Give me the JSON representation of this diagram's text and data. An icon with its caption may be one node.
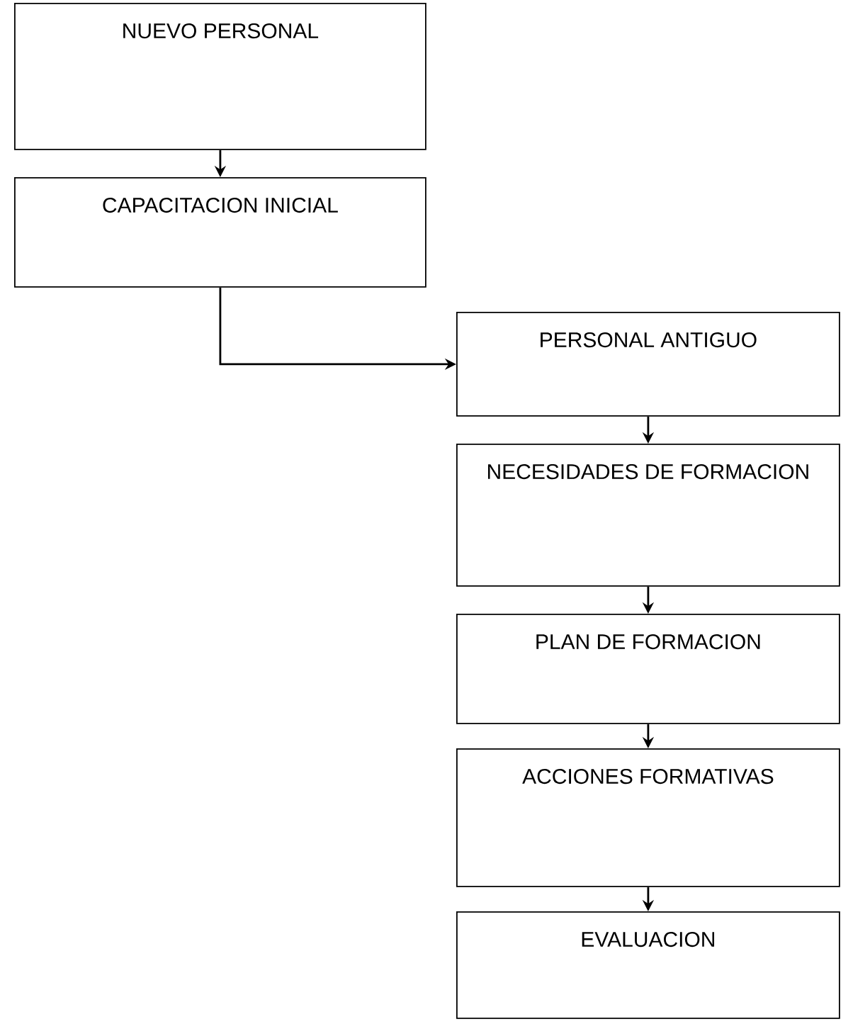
{
  "diagram": {
    "nodes": [
      {
        "text": [
          "NUEVO PERSONAL"
        ]
      },
      {
        "text": [
          "CAPACITACION INICIAL"
        ]
      },
      {
        "text": [
          "PERSONAL ANTIGUO"
        ]
      },
      {
        "text": [
          "NECESIDADES DE FORMACION"
        ]
      },
      {
        "text": [
          "PLAN DE FORMACION"
        ]
      },
      {
        "text": [
          "ACCIONES FORMATIVAS"
        ]
      },
      {
        "text": [
          "EVALUACION"
        ]
      }
    ],
    "edges": [
      {
        "from": 0,
        "to": 1,
        "arrow": "to"
      },
      {
        "from": 1,
        "to": 2,
        "arrow": "to"
      },
      {
        "from": 2,
        "to": 3,
        "arrow": "to"
      },
      {
        "from": 3,
        "to": 4,
        "arrow": "to"
      },
      {
        "from": 4,
        "to": 5,
        "arrow": "to"
      },
      {
        "from": 5,
        "to": 6,
        "arrow": "to"
      }
    ]
  }
}
